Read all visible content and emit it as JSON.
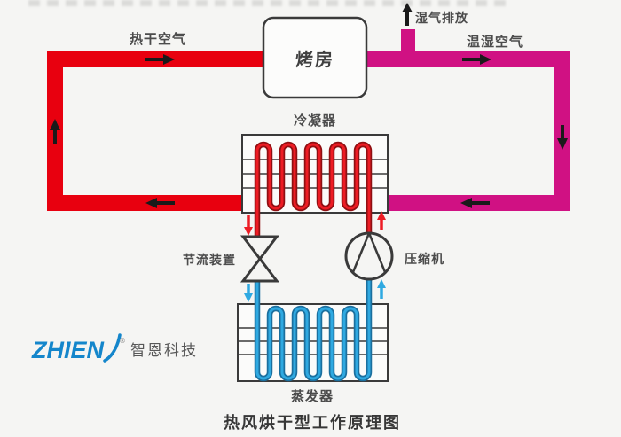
{
  "title": "热风烘干型工作原理图",
  "labels": {
    "hot_dry_air": "热干空气",
    "warm_humid_air": "温湿空气",
    "moisture_exhaust": "湿气排放",
    "drying_room": "烤房",
    "condenser": "冷凝器",
    "throttle_device": "节流装置",
    "compressor": "压缩机",
    "evaporator": "蒸发器"
  },
  "logo": {
    "latin": "ZHIEN",
    "registered": "®",
    "chinese": "智恩科技"
  },
  "colors": {
    "hot_air": "#e8000f",
    "humid_air": "#d01183",
    "refrigerant_hot": "#ed1c24",
    "refrigerant_hot_outline": "#8f0f12",
    "refrigerant_cold": "#2fa9e1",
    "refrigerant_cold_outline": "#1b6f9e",
    "duct_arrow": "#1a1a1a",
    "component_stroke": "#3a3a3a",
    "logo_blue": "#1486cb"
  }
}
